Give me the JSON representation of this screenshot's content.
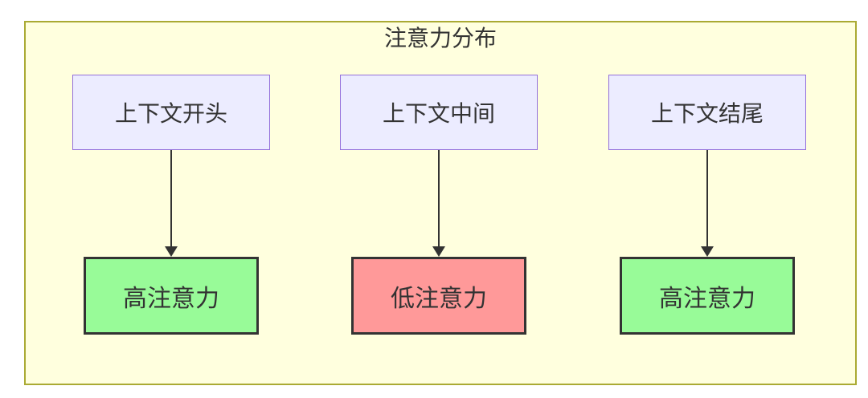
{
  "diagram": {
    "type": "flowchart",
    "title": "注意力分布",
    "columns": [
      {
        "source": "上下文开头",
        "result": "高注意力",
        "attention": "high",
        "result_fill": "#98fb98"
      },
      {
        "source": "上下文中间",
        "result": "低注意力",
        "attention": "low",
        "result_fill": "#ff9999"
      },
      {
        "source": "上下文结尾",
        "result": "高注意力",
        "attention": "high",
        "result_fill": "#98fb98"
      }
    ],
    "colors": {
      "frame_fill": "#ffffde",
      "frame_border": "#aaaa33",
      "source_fill": "#ececff",
      "source_border": "#9370db",
      "result_border": "#333333",
      "text": "#333333",
      "arrow": "#333333"
    }
  }
}
